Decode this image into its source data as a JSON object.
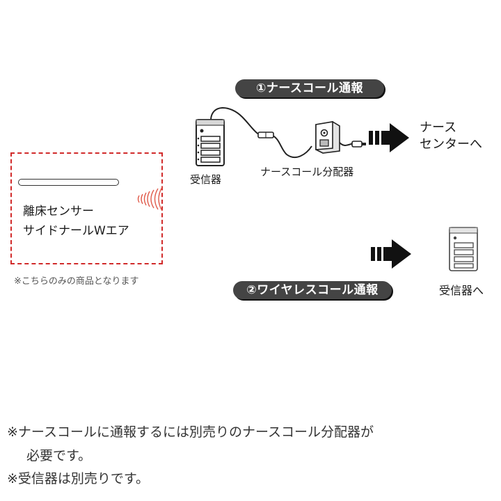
{
  "route1": {
    "label": "①ナースコール通報"
  },
  "route2": {
    "label": "②ワイヤレスコール通報"
  },
  "devices": {
    "receiver": "受信器",
    "nurse_call_distributor": "ナースコール分配器"
  },
  "destinations": {
    "nurse_center_line1": "ナース",
    "nurse_center_line2": "センターへ",
    "to_receiver": "受信器へ"
  },
  "sensor": {
    "name_line1": "離床センサー",
    "name_line2": "サイドナールWエア",
    "note": "※こちらのみの商品となります"
  },
  "footnotes": {
    "line1": "※ナースコールに通報するには別売りのナースコール分配器が",
    "line2": "必要です。",
    "line3": "※受信器は別売りです。"
  },
  "colors": {
    "dashed_border": "#d12a2a",
    "signal_waves": "#e05a4a",
    "pill_background": "#444444",
    "arrow": "#111111"
  },
  "icons": [
    "signal-waves-icon",
    "receiver-icon",
    "cable-connector-icon",
    "distributor-icon",
    "plug-icon",
    "arrow-right-icon"
  ]
}
